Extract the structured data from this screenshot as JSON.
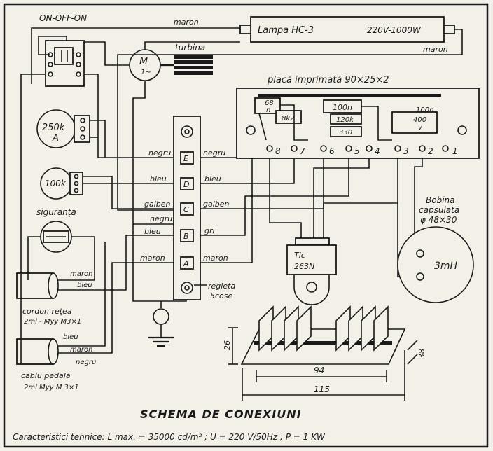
{
  "labels": {
    "switch": "ON-OFF-ON",
    "maron": "maron",
    "lamp": "Lampa HC-3",
    "lamp_rating": "220V-1000W",
    "motor_m": "M",
    "motor_tilde": "1~",
    "turbine": "turbina",
    "pcb": "placă imprimată 90×25×2",
    "pot1_value": "250k",
    "pot1_type": "A",
    "pot2_value": "100k",
    "fuse": "siguranța",
    "cable_mains": "cordon rețea",
    "cable_mains_spec": "2ml - Myy M3×1",
    "cable_pedal": "cablu pedală",
    "cable_pedal_spec": "2ml  Myy M 3×1",
    "negru": "negru",
    "bleu": "bleu",
    "galben": "galben",
    "gri": "gri",
    "term_e": "E",
    "term_d": "D",
    "term_c": "C",
    "term_b": "B",
    "term_a": "A",
    "terminal_strip": "regleta",
    "terminal_strip2": "5cose",
    "r68": "68",
    "r68u": "n",
    "r8k2": "8k2",
    "c100n_a": "100n",
    "r120k": "120k",
    "r330": "330",
    "c100n_b": "100n",
    "c400": "400",
    "c400v": "v",
    "pins": [
      "8",
      "7",
      "6",
      "5",
      "4",
      "3",
      "2",
      "1"
    ],
    "triac1": "Tic",
    "triac2": "263N",
    "coil_title": "Bobina",
    "coil_title2": "capsulată",
    "coil_dim": "φ 48×30",
    "coil_value": "3mH",
    "dim26": "26",
    "dim38": "38",
    "dim94": "94",
    "dim115": "115",
    "title": "SCHEMA DE CONEXIUNI",
    "specs": "Caracteristici tehnice: L max. = 35000 cd/m² ; U = 220 V/50Hz ; P = 1 KW"
  }
}
